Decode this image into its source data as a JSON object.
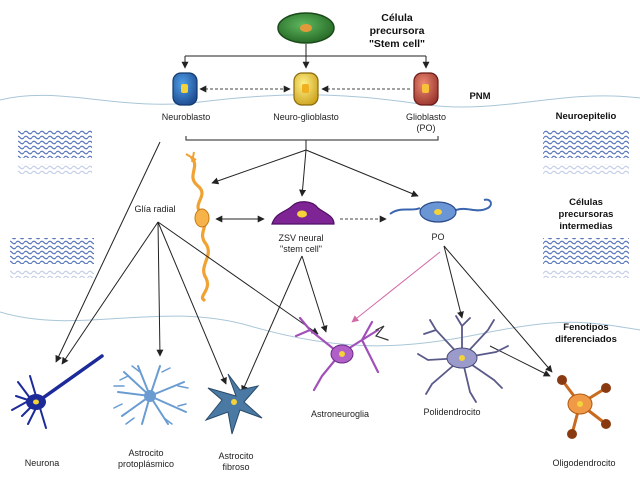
{
  "title": {
    "line1": "Célula",
    "line2": "precursora",
    "line3": "\"Stem cell\""
  },
  "labels": {
    "pnm": "PNM",
    "neuroepitelio": "Neuroepitelio",
    "intermedias_l1": "Células",
    "intermedias_l2": "precursoras",
    "intermedias_l3": "intermedias",
    "fenotipos_l1": "Fenotipos",
    "fenotipos_l2": "diferenciados"
  },
  "cells": {
    "neuroblasto": "Neuroblasto",
    "neuroglioblasto": "Neuro-glioblasto",
    "glioblasto_l1": "Glioblasto",
    "glioblasto_l2": "(PO)",
    "glia_radial": "Glía radial",
    "zsv_l1": "ZSV neural",
    "zsv_l2": "\"stem cell\"",
    "po": "PO",
    "neurona": "Neurona",
    "astrocito_proto_l1": "Astrocito",
    "astrocito_proto_l2": "protoplásmico",
    "astrocito_fib_l1": "Astrocito",
    "astrocito_fib_l2": "fibroso",
    "astroneuroglia": "Astroneuroglia",
    "polidendrocito": "Polidendrocito",
    "oligodendrocito": "Oligodendrocito"
  },
  "colors": {
    "stem_cell": "#2e7d2e",
    "neuroblasto": "#1f5fae",
    "neuroglioblasto": "#e4c22a",
    "glioblasto": "#c0443a",
    "glia_radial": "#f0a232",
    "zsv": "#8a2a9a",
    "po": "#5a86c8",
    "neurona": "#1c2a9a",
    "astrocito_proto": "#6a9cd2",
    "astrocito_fib": "#4a7aa4",
    "astroneuroglia": "#a050b8",
    "polidendrocito": "#8a8ab8",
    "oligodendrocito": "#e88c38",
    "waves": "#6a84c6"
  }
}
